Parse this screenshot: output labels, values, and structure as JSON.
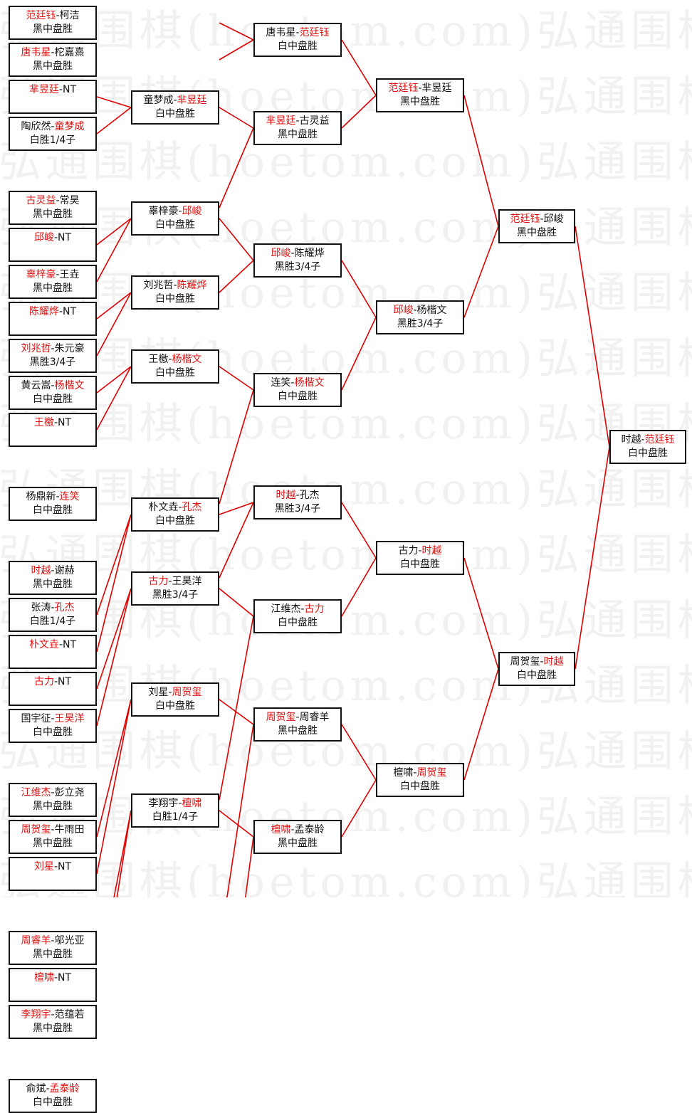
{
  "watermark": "弘通围棋(hoetom.com)",
  "colors": {
    "winner": "#e01010",
    "text": "#111111",
    "line": "#e00000"
  },
  "rounds": [
    [
      {
        "p1": "范廷钰",
        "p2": "柯洁",
        "winner": 1,
        "result": "黑中盘胜"
      },
      {
        "p1": "唐韦星",
        "p2": "柁嘉熹",
        "winner": 1,
        "result": "黑中盘胜"
      },
      {
        "p1": "芈昱廷",
        "p2": "NT",
        "winner": 1,
        "result": ""
      },
      {
        "p1": "陶欣然",
        "p2": "童梦成",
        "winner": 2,
        "result": "白胜1/4子"
      },
      null,
      {
        "p1": "古灵益",
        "p2": "常昊",
        "winner": 1,
        "result": "黑中盘胜"
      },
      {
        "p1": "邱峻",
        "p2": "NT",
        "winner": 1,
        "result": ""
      },
      {
        "p1": "辜梓豪",
        "p2": "王垚",
        "winner": 1,
        "result": "黑中盘胜"
      },
      {
        "p1": "陈耀烨",
        "p2": "NT",
        "winner": 1,
        "result": ""
      },
      {
        "p1": "刘兆哲",
        "p2": "朱元豪",
        "winner": 1,
        "result": "黑胜3/4子"
      },
      {
        "p1": "黄云嵩",
        "p2": "杨楷文",
        "winner": 2,
        "result": "白中盘胜"
      },
      {
        "p1": "王檄",
        "p2": "NT",
        "winner": 1,
        "result": ""
      },
      null,
      {
        "p1": "杨鼎新",
        "p2": "连笑",
        "winner": 2,
        "result": "白中盘胜"
      },
      null,
      {
        "p1": "时越",
        "p2": "谢赫",
        "winner": 1,
        "result": "黑中盘胜"
      },
      {
        "p1": "张涛",
        "p2": "孔杰",
        "winner": 2,
        "result": "白胜1/4子"
      },
      {
        "p1": "朴文垚",
        "p2": "NT",
        "winner": 1,
        "result": ""
      },
      {
        "p1": "古力",
        "p2": "NT",
        "winner": 1,
        "result": ""
      },
      {
        "p1": "国宇征",
        "p2": "王昊洋",
        "winner": 2,
        "result": "白中盘胜"
      },
      null,
      {
        "p1": "江维杰",
        "p2": "彭立尧",
        "winner": 1,
        "result": "黑中盘胜"
      },
      {
        "p1": "周贺玺",
        "p2": "牛雨田",
        "winner": 1,
        "result": "黑中盘胜"
      },
      {
        "p1": "刘星",
        "p2": "NT",
        "winner": 1,
        "result": ""
      },
      null,
      {
        "p1": "周睿羊",
        "p2": "邬光亚",
        "winner": 1,
        "result": "黑中盘胜"
      },
      {
        "p1": "檀啸",
        "p2": "NT",
        "winner": 1,
        "result": ""
      },
      {
        "p1": "李翔宇",
        "p2": "范蕴若",
        "winner": 1,
        "result": "黑中盘胜"
      },
      null,
      {
        "p1": "俞斌",
        "p2": "孟泰龄",
        "winner": 2,
        "result": "白中盘胜"
      }
    ],
    [
      {
        "p1": "童梦成",
        "p2": "芈昱廷",
        "winner": 2,
        "result": "白中盘胜"
      },
      {
        "p1": "辜梓豪",
        "p2": "邱峻",
        "winner": 2,
        "result": "白中盘胜"
      },
      {
        "p1": "刘兆哲",
        "p2": "陈耀烨",
        "winner": 2,
        "result": "白中盘胜"
      },
      {
        "p1": "王檄",
        "p2": "杨楷文",
        "winner": 2,
        "result": "白中盘胜"
      },
      {
        "p1": "朴文垚",
        "p2": "孔杰",
        "winner": 2,
        "result": "白中盘胜"
      },
      {
        "p1": "古力",
        "p2": "王昊洋",
        "winner": 1,
        "result": "黑胜3/4子"
      },
      {
        "p1": "刘星",
        "p2": "周贺玺",
        "winner": 2,
        "result": "白中盘胜"
      },
      {
        "p1": "李翔宇",
        "p2": "檀啸",
        "winner": 2,
        "result": "白胜1/4子"
      }
    ],
    [
      {
        "p1": "唐韦星",
        "p2": "范廷钰",
        "winner": 2,
        "result": "白中盘胜"
      },
      {
        "p1": "芈昱廷",
        "p2": "古灵益",
        "winner": 1,
        "result": "黑中盘胜"
      },
      {
        "p1": "邱峻",
        "p2": "陈耀烨",
        "winner": 1,
        "result": "黑胜3/4子"
      },
      {
        "p1": "连笑",
        "p2": "杨楷文",
        "winner": 2,
        "result": "白中盘胜"
      },
      {
        "p1": "时越",
        "p2": "孔杰",
        "winner": 1,
        "result": "黑胜3/4子"
      },
      {
        "p1": "江维杰",
        "p2": "古力",
        "winner": 2,
        "result": "白中盘胜"
      },
      {
        "p1": "周贺玺",
        "p2": "周睿羊",
        "winner": 1,
        "result": "黑中盘胜"
      },
      {
        "p1": "檀啸",
        "p2": "孟泰龄",
        "winner": 1,
        "result": "黑中盘胜"
      }
    ],
    [
      {
        "p1": "范廷钰",
        "p2": "芈昱廷",
        "winner": 1,
        "result": "黑中盘胜"
      },
      {
        "p1": "邱峻",
        "p2": "杨楷文",
        "winner": 1,
        "result": "黑胜3/4子"
      },
      {
        "p1": "古力",
        "p2": "时越",
        "winner": 2,
        "result": "白中盘胜"
      },
      {
        "p1": "檀啸",
        "p2": "周贺玺",
        "winner": 2,
        "result": "白中盘胜"
      }
    ],
    [
      {
        "p1": "范廷钰",
        "p2": "邱峻",
        "winner": 1,
        "result": "黑中盘胜"
      },
      {
        "p1": "周贺玺",
        "p2": "时越",
        "winner": 2,
        "result": "白中盘胜"
      }
    ],
    [
      {
        "p1": "时越",
        "p2": "范廷钰",
        "winner": 2,
        "result": "白中盘胜"
      }
    ]
  ]
}
